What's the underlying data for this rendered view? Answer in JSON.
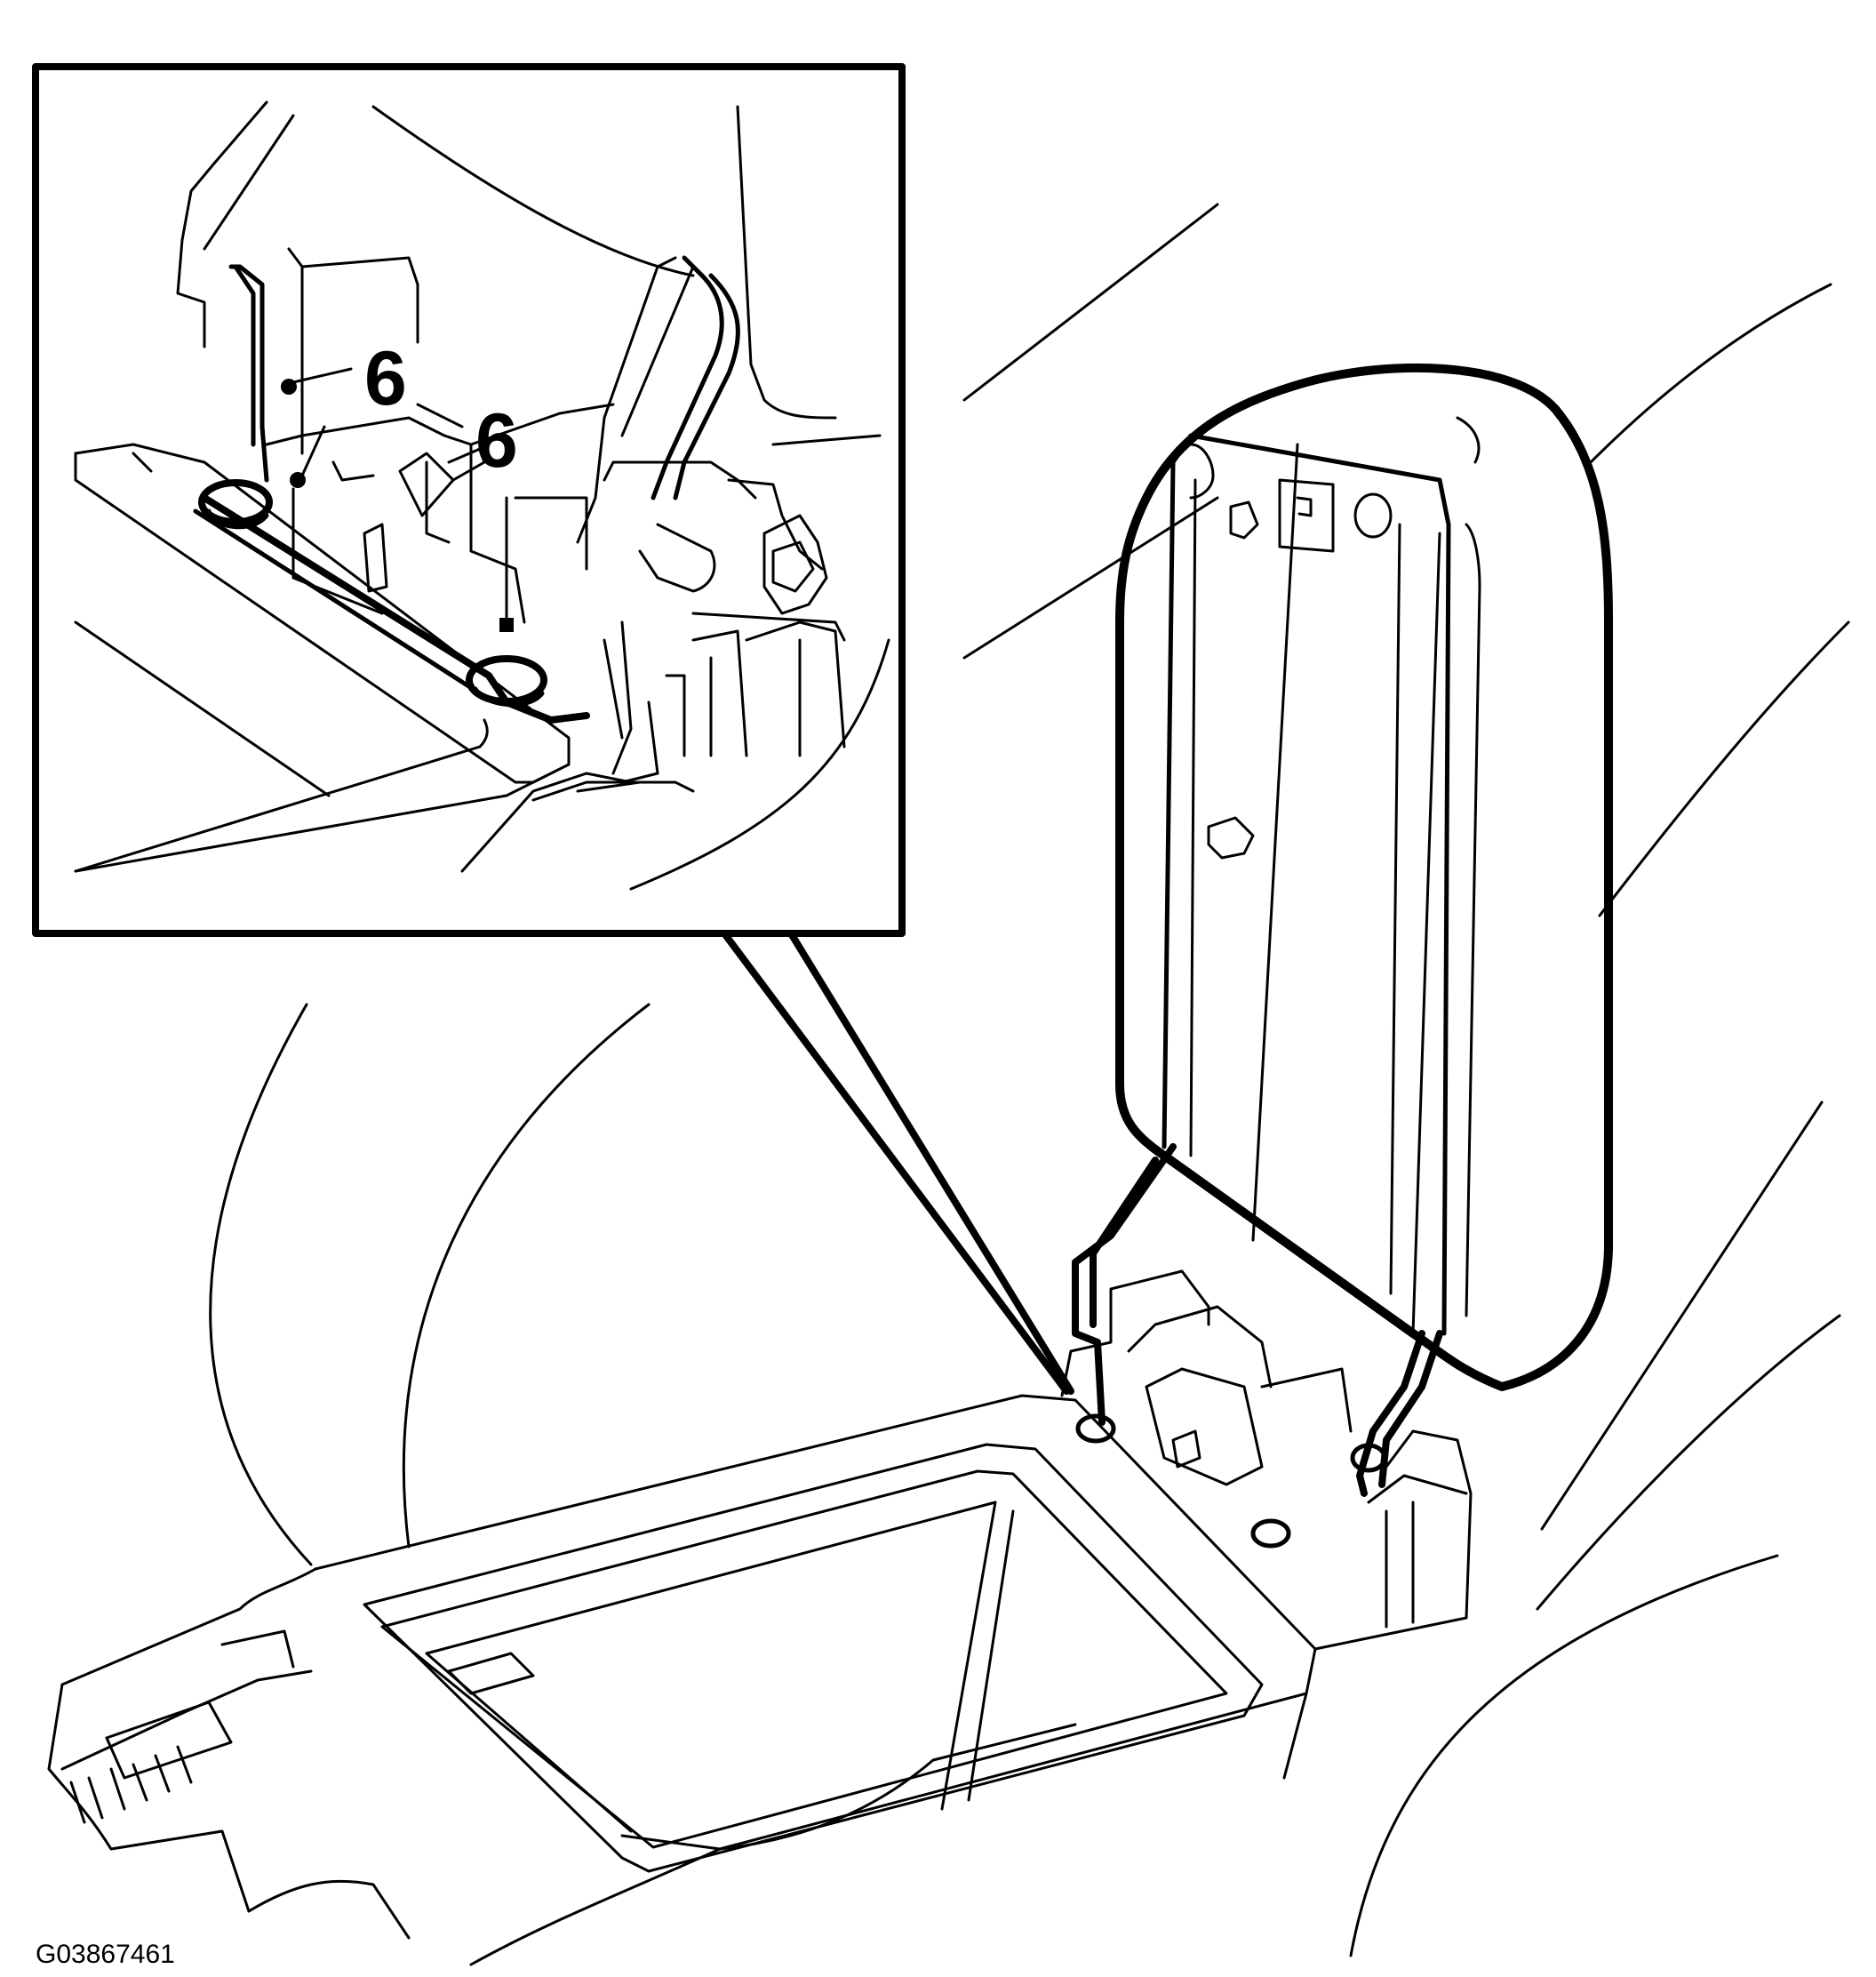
{
  "callouts": [
    {
      "label": "6"
    },
    {
      "label": "6"
    }
  ],
  "figure_id": "G03867461"
}
